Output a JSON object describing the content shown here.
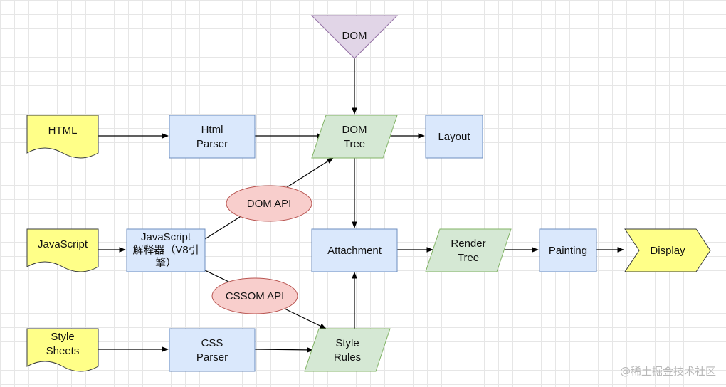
{
  "diagram": {
    "nodes": {
      "dom_source": "DOM",
      "html_doc": "HTML",
      "html_parser_l1": "Html",
      "html_parser_l2": "Parser",
      "dom_tree_l1": "DOM",
      "dom_tree_l2": "Tree",
      "layout": "Layout",
      "javascript_doc": "JavaScript",
      "js_engine_l1": "JavaScript",
      "js_engine_l2": "解释器（V8引",
      "js_engine_l3": "擎）",
      "attachment": "Attachment",
      "render_tree_l1": "Render",
      "render_tree_l2": "Tree",
      "painting": "Painting",
      "display": "Display",
      "style_sheets_l1": "Style",
      "style_sheets_l2": "Sheets",
      "css_parser_l1": "CSS",
      "css_parser_l2": "Parser",
      "style_rules_l1": "Style",
      "style_rules_l2": "Rules"
    },
    "edge_labels": {
      "dom_api": "DOM API",
      "cssom_api": "CSSOM API"
    },
    "colors": {
      "document_fill": "#ffff88",
      "process_fill": "#dae8fc",
      "data_fill": "#d5e8d4",
      "source_fill": "#e1d5e7",
      "api_fill": "#f8cecc"
    }
  },
  "watermark": "@稀土掘金技术社区"
}
